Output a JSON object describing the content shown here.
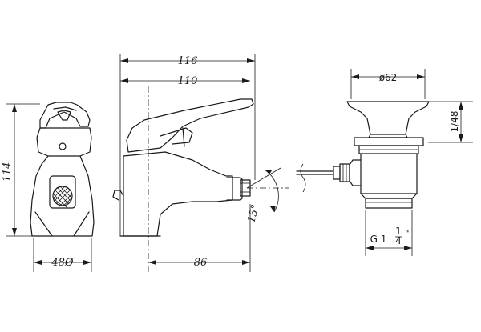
{
  "dimensions": {
    "overall_length": "116",
    "spout_length": "110",
    "height": "114",
    "base_diameter": "48Ø",
    "spout_reach": "86",
    "angle": "15°",
    "waste_diameter": "ø62",
    "waste_height": "1/48",
    "thread": "G 1",
    "thread_fraction_num": "1",
    "thread_fraction_den": "4",
    "thread_unit": "\""
  }
}
